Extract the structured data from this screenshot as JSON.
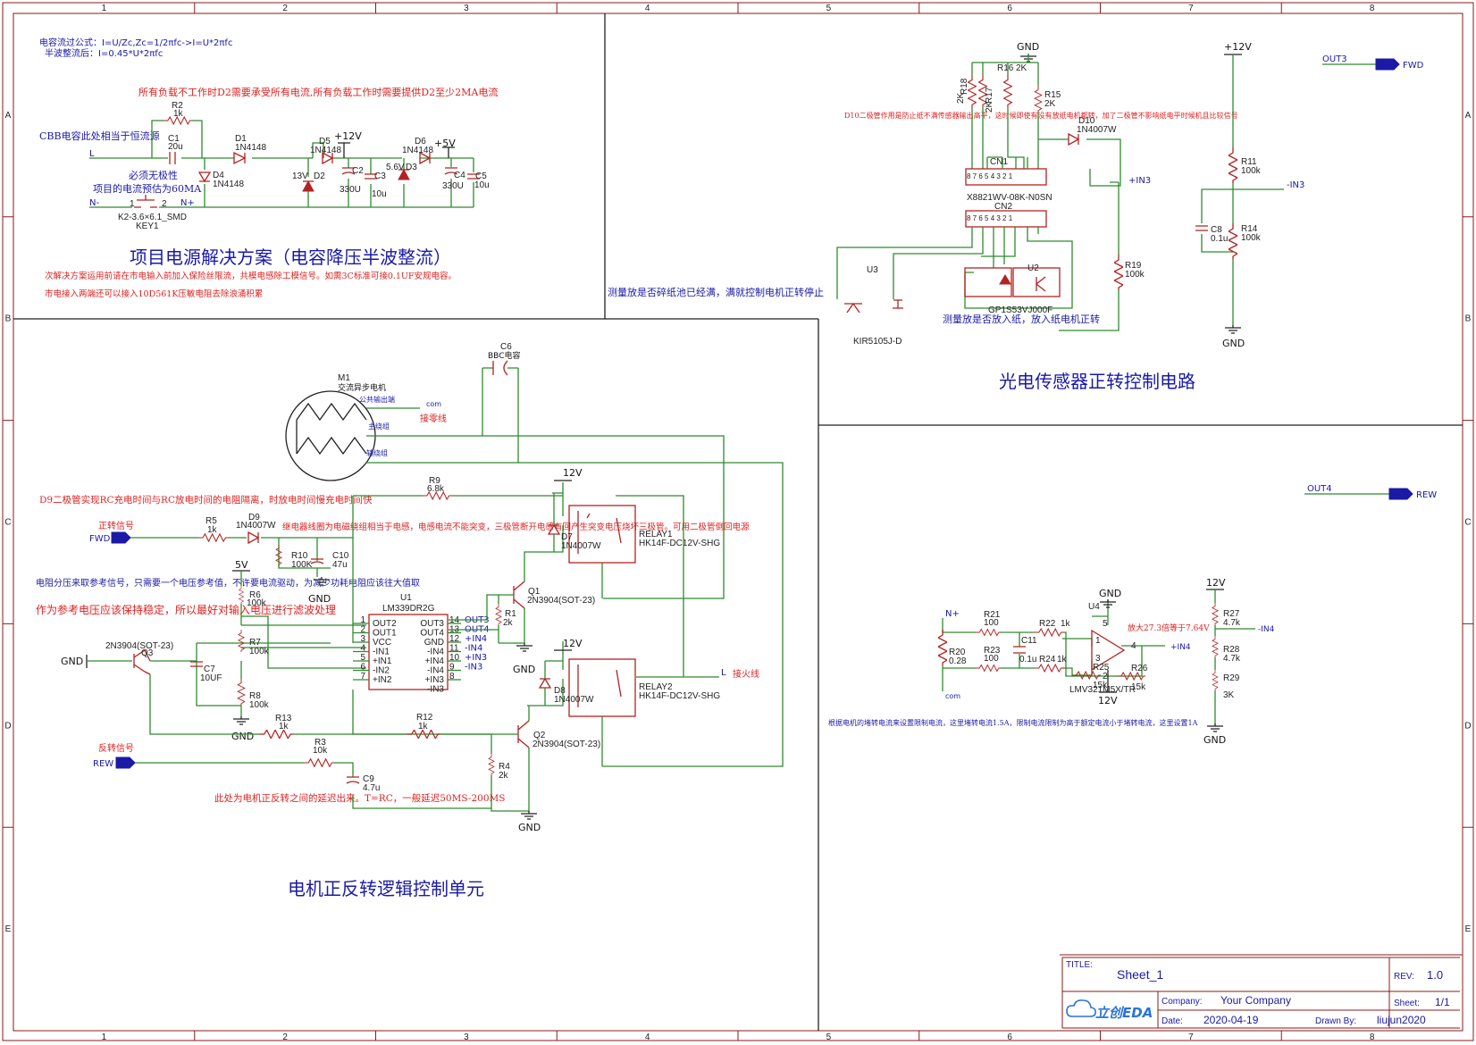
{
  "frame": {
    "cols": [
      "1",
      "2",
      "3",
      "4",
      "5",
      "6",
      "7",
      "8"
    ],
    "rows": [
      "A",
      "B",
      "C",
      "D",
      "E"
    ]
  },
  "power": {
    "formula1": "电容流过公式：I=U/Zc,Zc=1/2πfc->I=U*2πfc",
    "formula2": "半波整流后：I=0.45*U*2πfc",
    "note_load": "所有负载不工作时D2需要承受所有电流,所有负载工作时需要提供D2至少2MA电流",
    "note_cbb": "CBB电容此处相当于恒流源",
    "note_polarity": "必须无极性",
    "note_current": "项目的电流预估为60MA",
    "title": "项目电源解决方案（电容降压半波整流）",
    "note_fuse": "次解决方案运用前请在市电输入前加入保险丝限流，共模电感除工模信号。如需3C标准可接0.1UF安规电容。",
    "note_varistor": "市电接入两端还可以接入10D561K压敏电阻去除浪涌积累",
    "parts": {
      "R2": "R2",
      "R2v": "1k",
      "C1": "C1",
      "C1v": "20u",
      "D1": "D1",
      "D1v": "1N4148",
      "D4": "D4",
      "D4v": "1N4148",
      "D5": "D5",
      "D5v": "1N4148",
      "D2": "D2",
      "D2z": "13V",
      "C2": "C2",
      "C2v": "330U",
      "C3": "C3",
      "C3v": "10u",
      "D6": "D6",
      "D6v": "1N4148",
      "D3": "D3",
      "D3z": "5.6V",
      "C4": "C4",
      "C4v": "330U",
      "C5": "C5",
      "C5v": "10u",
      "key": "K2-3.6×6.1_SMD",
      "keyn": "KEY1",
      "L": "L",
      "N": "N-",
      "Np": "N+",
      "v12": "+12V",
      "v5": "+5V",
      "p1": "1",
      "p2": "2"
    }
  },
  "sensor": {
    "title": "光电传感器正转控制电路",
    "note_d10": "D10二极管作用是防止纸不满传感器输出高平，这时候即使有没有放纸电机都转，加了二极管不影响纸电平时候机且比较信号",
    "note_full": "测量放是否碎纸池已经满，满就控制电机正转停止",
    "note_paper": "测量放是否放入纸，放入纸电机正转",
    "gnd": "GND",
    "v12": "+12V",
    "out3": "OUT3",
    "fwd": "FWD",
    "in3p": "+IN3",
    "in3m": "-IN3",
    "parts": {
      "R18": "R18",
      "R18v": "2K",
      "R17": "R17",
      "R17v": "2K",
      "R16": "R16",
      "R16v": "2K",
      "R15": "R15",
      "R15v": "2K",
      "D10": "D10",
      "D10v": "1N4007W",
      "CN1": "CN1",
      "CN1p": "X8821WV-08K-N0SN",
      "CN2": "CN2",
      "U3": "U3",
      "U3p": "KIR5105J-D",
      "U2": "U2",
      "U2p": "GP1S53VJ000F",
      "R19": "R19",
      "R19v": "100k",
      "R11": "R11",
      "R11v": "100k",
      "R14": "R14",
      "R14v": "100k",
      "C8": "C8",
      "C8v": "0.1u",
      "pins": "8 7 6 5 4 3 2 1"
    }
  },
  "motor": {
    "title": "电机正反转逻辑控制单元",
    "note_d9": "D9二极管实现RC充电时间与RC放电时间的电阻隔离，时放电时间慢充电时间快",
    "note_relay": "继电器线圈为电磁绕组相当于电感，电感电流不能突变，三极管断开电感有回产生突变电压烧坏三极管。可用二极管倒回电源",
    "note_divider": "电阻分压来取参考信号，只需要一个电压参考值，不许要电流驱动，为减少功耗电阻应该往大值取",
    "note_ref": "作为参考电压应该保持稳定，所以最好对输入电压进行滤波处理",
    "note_delay": "此处为电机正反转之间的延迟出来。T=RC，一般延迟50MS-200MS",
    "fwd_sig": "正转信号",
    "rev_sig": "反转信号",
    "fwd": "FWD",
    "rew": "REW",
    "com": "com",
    "zero": "接零线",
    "live": "接火线",
    "L": "L",
    "m1": "M1",
    "m1t": "交流异步电机",
    "m1a": "公共输出端",
    "m1b": "主绕组",
    "m1c": "辅绕组",
    "c6": "C6",
    "c6t": "BBC电容",
    "v12a": "12V",
    "v12b": "12V",
    "v5": "5V",
    "gnd": "GND",
    "parts": {
      "R9": "R9",
      "R9v": "6.8k",
      "R5": "R5",
      "R5v": "1k",
      "D9": "D9",
      "D9v": "1N4007W",
      "R10": "R10",
      "R10v": "100K",
      "C10": "C10",
      "C10v": "47u",
      "R6": "R6",
      "R6v": "100k",
      "R7": "R7",
      "R7v": "100k",
      "R8": "R8",
      "R8v": "100k",
      "C7": "C7",
      "C7v": "10UF",
      "Q3": "Q3",
      "Q3p": "2N3904(SOT-23)",
      "R13": "R13",
      "R13v": "1k",
      "R3": "R3",
      "R3v": "10k",
      "C9": "C9",
      "C9v": "4.7u",
      "R12": "R12",
      "R12v": "1k",
      "R1": "R1",
      "R1v": "2k",
      "Q1": "Q1",
      "Q1p": "2N3904(SOT-23)",
      "Q2": "Q2",
      "Q2p": "2N3904(SOT-23)",
      "R4": "R4",
      "R4v": "2k",
      "D7": "D7",
      "D7v": "1N4007W",
      "D8": "D8",
      "D8v": "1N4007W",
      "RL1": "RELAY1",
      "RL1p": "HK14F-DC12V-SHG",
      "RL2": "RELAY2",
      "RL2p": "HK14F-DC12V-SHG",
      "U1": "U1",
      "U1p": "LM339DR2G",
      "u1L": [
        "OUT2",
        "OUT1",
        "VCC",
        "-IN1",
        "+IN1",
        "-IN2",
        "+IN2"
      ],
      "u1R": [
        "OUT3",
        "OUT4",
        "GND",
        "-IN4",
        "+IN4",
        "-IN4",
        "+IN3",
        "-IN3"
      ],
      "u1Ln": [
        "1",
        "2",
        "3",
        "4",
        "5",
        "6",
        "7"
      ],
      "u1Rn": [
        "14",
        "13",
        "12",
        "11",
        "10",
        "9",
        "8"
      ],
      "u1Nets": [
        "OUT3",
        "OUT4",
        "+IN4",
        "-IN4",
        "+IN3",
        "-IN3"
      ]
    }
  },
  "current": {
    "out4": "OUT4",
    "rew": "REW",
    "gnd": "GND",
    "v12": "12V",
    "v12b": "12V",
    "np": "N+",
    "com": "com",
    "in4p": "+IN4",
    "in4m": "-IN4",
    "note_gain": "放大27.3倍等于7.64V",
    "note_limit": "根据电机的堵转电流来设置限制电流，这里堵转电流1.5A，限制电流限制为高于额定电流小于堵转电流，这里设置1A",
    "parts": {
      "U4": "U4",
      "U4p": "LMV321M5X/TR",
      "R20": "R20",
      "R20v": "0.28",
      "R21": "R21",
      "R21v": "100",
      "R22": "R22",
      "R22v": "1k",
      "R23": "R23",
      "R23v": "100",
      "R24": "R24",
      "R24v": "1k",
      "C11": "C11",
      "C11v": "0.1u",
      "R25": "R25",
      "R25v": "15k",
      "R26": "R26",
      "R26v": "15k",
      "R27": "R27",
      "R27v": "4.7k",
      "R28": "R28",
      "R28v": "4.7k",
      "R29": "R29",
      "R29v": "3K",
      "pin5": "5",
      "pin4": "4",
      "pin2": "2",
      "pin1": "1",
      "pin3": "3"
    }
  },
  "titleblock": {
    "title_lbl": "TITLE:",
    "title": "Sheet_1",
    "rev_lbl": "REV:",
    "rev": "1.0",
    "company_lbl": "Company:",
    "company": "Your Company",
    "sheet_lbl": "Sheet:",
    "sheet": "1/1",
    "date_lbl": "Date:",
    "date": "2020-04-19",
    "drawn_lbl": "Drawn By:",
    "drawn": "liujun2020",
    "logo": "立创EDA"
  }
}
